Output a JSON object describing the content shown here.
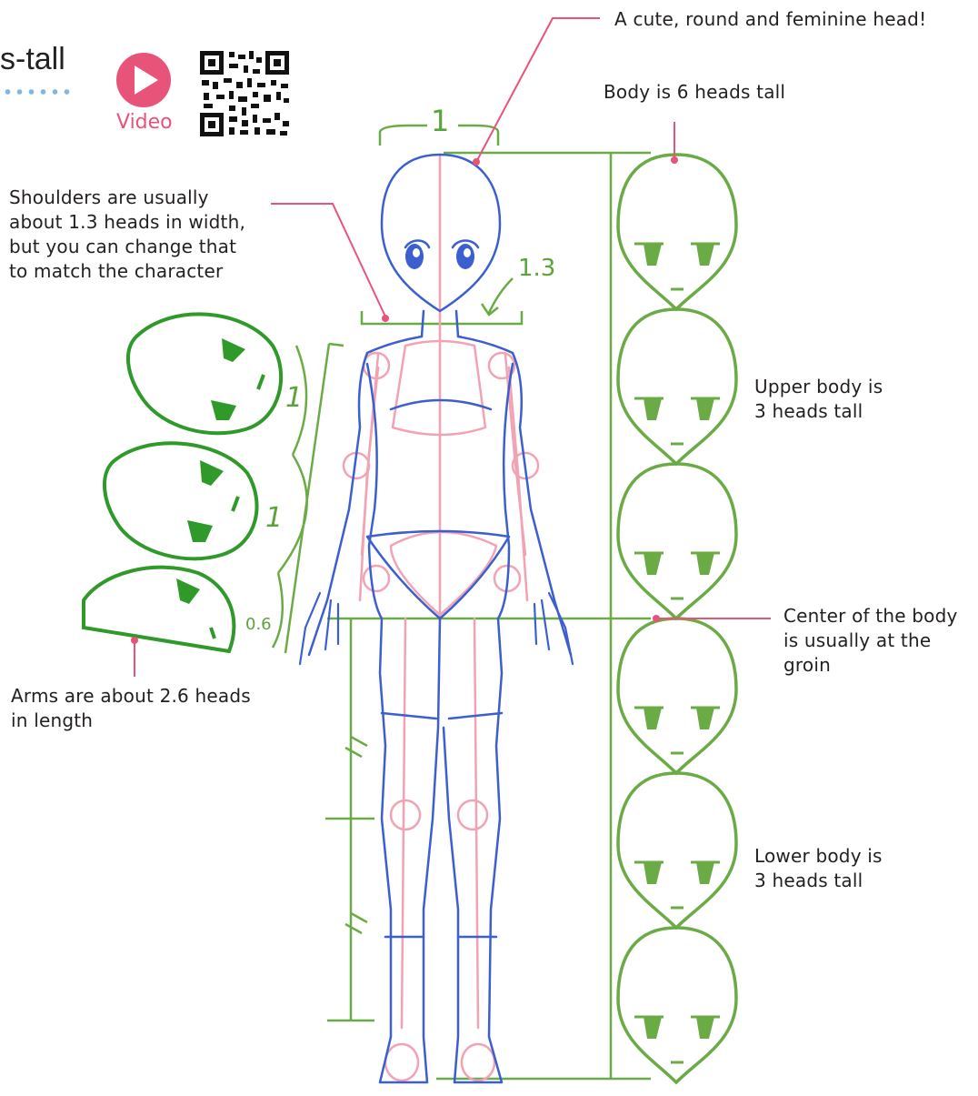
{
  "header": {
    "title_fragment": "s-tall",
    "video_label": "Video"
  },
  "callouts": {
    "head": "A cute, round and feminine head!",
    "body_height": "Body is 6 heads tall",
    "shoulders": "Shoulders are usually\nabout 1.3 heads in width,\nbut you can change that\nto match the character",
    "upper_body": "Upper body is\n3 heads tall",
    "center": "Center of the body\nis usually at the\ngroin",
    "lower_body": "Lower body is\n3 heads tall",
    "arms": "Arms are about 2.6 heads\nin length"
  },
  "measures": {
    "head_width": "1",
    "shoulder_width": "1.3",
    "arm_upper": "1",
    "arm_lower": "1",
    "hand": "0.6"
  },
  "colors": {
    "green": "#6bab45",
    "pink": "#e8537a",
    "blue": "#3b5fcf",
    "light_pink": "#f2a3b3",
    "text": "#231f20"
  }
}
